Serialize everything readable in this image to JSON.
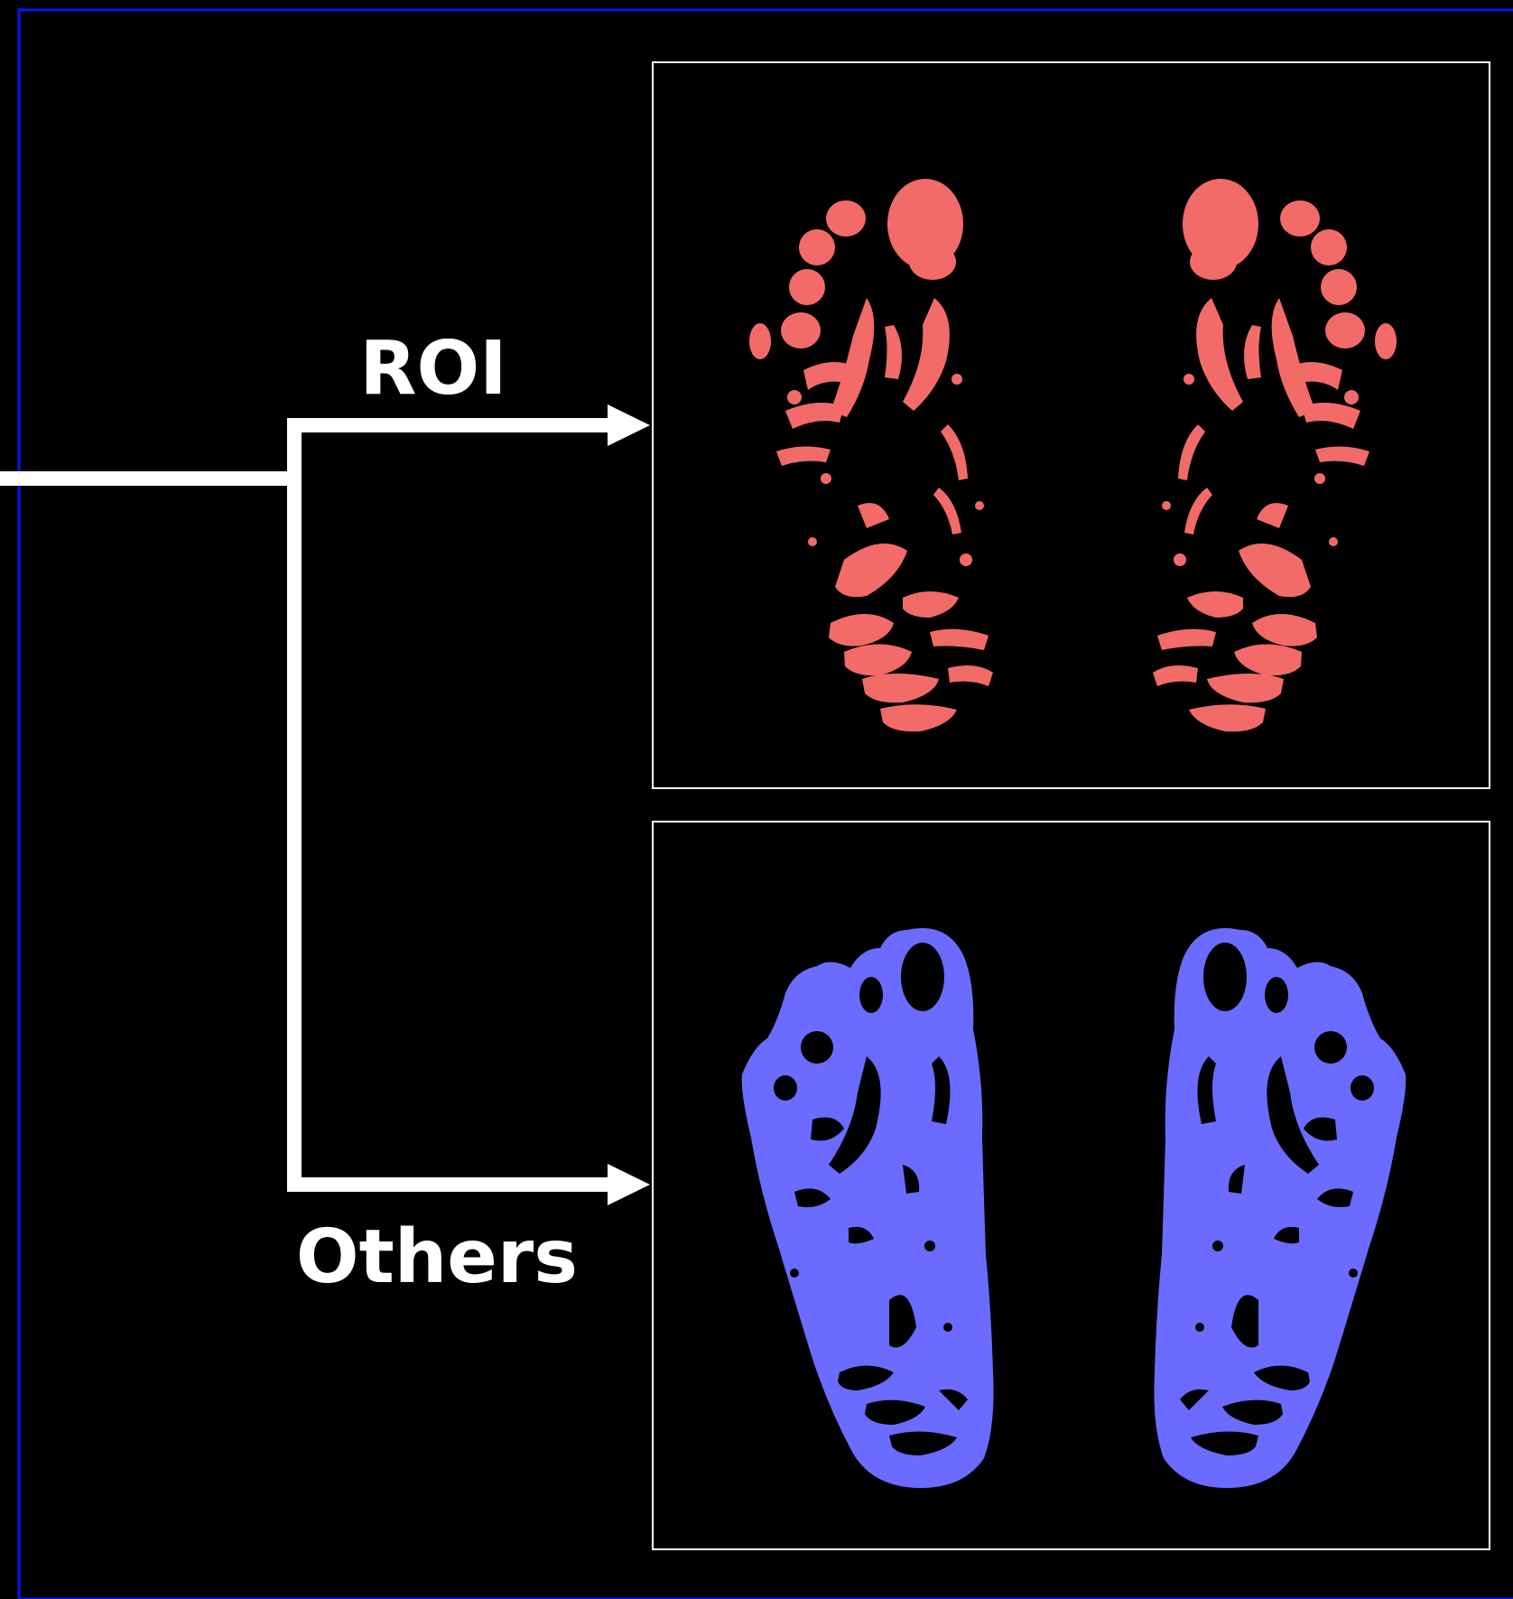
{
  "colors": {
    "background": "#000000",
    "frame": "#0a14ff",
    "connector": "#ffffff",
    "panel_border": "#ffffff",
    "roi_region": "#f26b69",
    "others_region": "#6b6cff"
  },
  "branches": [
    {
      "label": "ROI",
      "region": "roi",
      "icon": "foot-soles-pressure-regions"
    },
    {
      "label": "Others",
      "region": "others",
      "icon": "foot-soles-remaining-area"
    }
  ]
}
